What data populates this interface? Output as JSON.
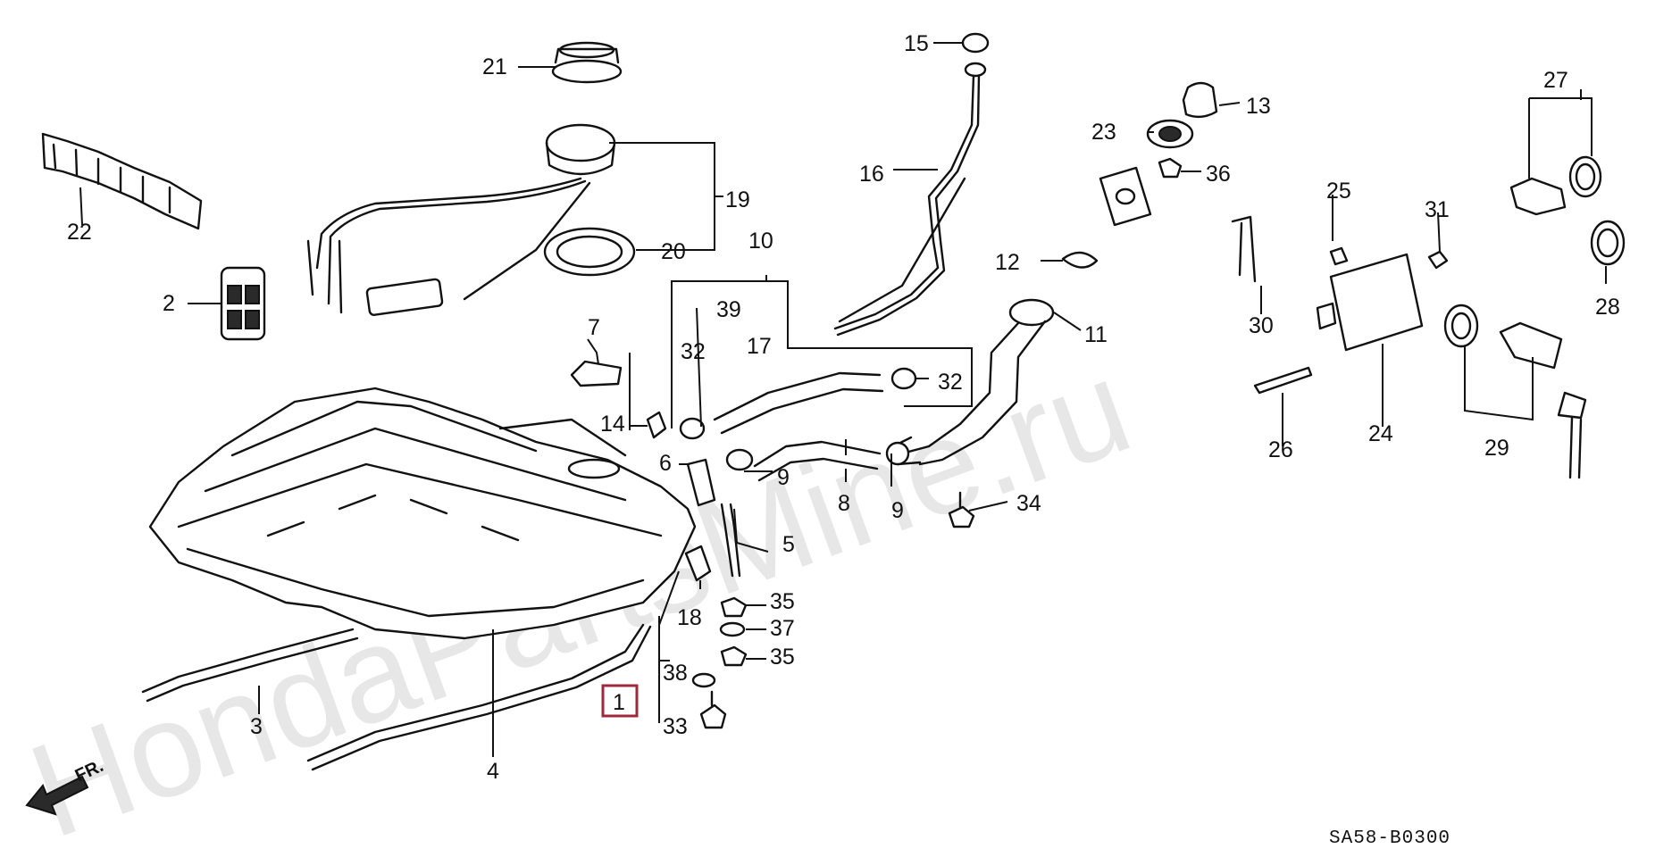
{
  "watermark": "HondaPartsMine.ru",
  "diagram_code": "SA58-B0300",
  "direction_label": "FR.",
  "highlighted_part": "1",
  "callouts": {
    "c1": "1",
    "c2": "2",
    "c3": "3",
    "c4": "4",
    "c5": "5",
    "c6": "6",
    "c7": "7",
    "c8": "8",
    "c9a": "9",
    "c9b": "9",
    "c10": "10",
    "c11": "11",
    "c12": "12",
    "c13": "13",
    "c14": "14",
    "c15": "15",
    "c16": "16",
    "c17": "17",
    "c18": "18",
    "c19": "19",
    "c20": "20",
    "c21": "21",
    "c22": "22",
    "c23": "23",
    "c24": "24",
    "c25": "25",
    "c26": "26",
    "c27": "27",
    "c28": "28",
    "c29": "29",
    "c30": "30",
    "c31": "31",
    "c32a": "32",
    "c32b": "32",
    "c33": "33",
    "c34": "34",
    "c35a": "35",
    "c35b": "35",
    "c36": "36",
    "c37": "37",
    "c38": "38",
    "c39": "39"
  }
}
